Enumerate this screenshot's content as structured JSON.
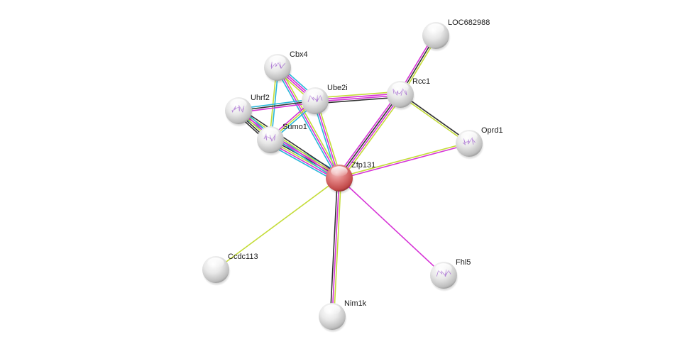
{
  "title": "Protein interaction network",
  "edge_colors": {
    "database": "#29b8d9",
    "experiments": "#d633d6",
    "textmining": "#c4dc38",
    "coexpression": "#333333",
    "experiments_dark": "#8a2a8a"
  },
  "node_colors": {
    "query": "#d45f5f",
    "query_highlight": "#f5c3c3",
    "query_shadow": "#7a2a2a",
    "default": "#d9d9d9",
    "default_highlight": "#ffffff",
    "default_shadow": "#8a8a8a"
  },
  "nodes": [
    {
      "id": "Zfp131",
      "label": "Zfp131",
      "query": true,
      "structure": false
    },
    {
      "id": "LOC682988",
      "label": "LOC682988",
      "query": false,
      "structure": false
    },
    {
      "id": "Cbx4",
      "label": "Cbx4",
      "query": false,
      "structure": true
    },
    {
      "id": "Ube2i",
      "label": "Ube2i",
      "query": false,
      "structure": true
    },
    {
      "id": "Rcc1",
      "label": "Rcc1",
      "query": false,
      "structure": true
    },
    {
      "id": "Uhrf2",
      "label": "Uhrf2",
      "query": false,
      "structure": true
    },
    {
      "id": "Sumo1",
      "label": "Sumo1",
      "query": false,
      "structure": true
    },
    {
      "id": "Oprd1",
      "label": "Oprd1",
      "query": false,
      "structure": true
    },
    {
      "id": "Ccdc113",
      "label": "Ccdc113",
      "query": false,
      "structure": false
    },
    {
      "id": "Fhl5",
      "label": "Fhl5",
      "query": false,
      "structure": true
    },
    {
      "id": "Nim1k",
      "label": "Nim1k",
      "query": false,
      "structure": false
    }
  ],
  "edges": [
    {
      "source": "Zfp131",
      "target": "Nim1k",
      "evidence": [
        "textmining",
        "experiments",
        "coexpression"
      ]
    },
    {
      "source": "Zfp131",
      "target": "Rcc1",
      "evidence": [
        "experiments",
        "coexpression",
        "experiments",
        "textmining"
      ]
    },
    {
      "source": "Zfp131",
      "target": "Oprd1",
      "evidence": [
        "textmining",
        "experiments"
      ]
    },
    {
      "source": "Zfp131",
      "target": "Fhl5",
      "evidence": [
        "experiments"
      ]
    },
    {
      "source": "Zfp131",
      "target": "Ccdc113",
      "evidence": [
        "textmining"
      ]
    },
    {
      "source": "Zfp131",
      "target": "Sumo1",
      "evidence": [
        "database",
        "experiments",
        "textmining",
        "coexpression",
        "experiments",
        "database"
      ]
    },
    {
      "source": "Zfp131",
      "target": "Uhrf2",
      "evidence": [
        "database",
        "experiments",
        "textmining",
        "coexpression"
      ]
    },
    {
      "source": "Zfp131",
      "target": "Ube2i",
      "evidence": [
        "database",
        "experiments",
        "textmining"
      ]
    },
    {
      "source": "Zfp131",
      "target": "Cbx4",
      "evidence": [
        "database",
        "experiments",
        "textmining"
      ]
    },
    {
      "source": "Rcc1",
      "target": "LOC682988",
      "evidence": [
        "experiments",
        "coexpression",
        "textmining"
      ]
    },
    {
      "source": "Rcc1",
      "target": "Oprd1",
      "evidence": [
        "coexpression",
        "textmining"
      ]
    },
    {
      "source": "Rcc1",
      "target": "Ube2i",
      "evidence": [
        "coexpression",
        "experiments",
        "experiments",
        "textmining"
      ]
    },
    {
      "source": "Cbx4",
      "target": "Ube2i",
      "evidence": [
        "database",
        "experiments",
        "experiments",
        "textmining"
      ]
    },
    {
      "source": "Cbx4",
      "target": "Sumo1",
      "evidence": [
        "database",
        "textmining"
      ]
    },
    {
      "source": "Uhrf2",
      "target": "Ube2i",
      "evidence": [
        "database",
        "coexpression",
        "experiments"
      ]
    },
    {
      "source": "Uhrf2",
      "target": "Sumo1",
      "evidence": [
        "database",
        "experiments",
        "textmining",
        "coexpression",
        "coexpression"
      ]
    },
    {
      "source": "Ube2i",
      "target": "Sumo1",
      "evidence": [
        "database",
        "textmining",
        "experiments"
      ]
    }
  ]
}
